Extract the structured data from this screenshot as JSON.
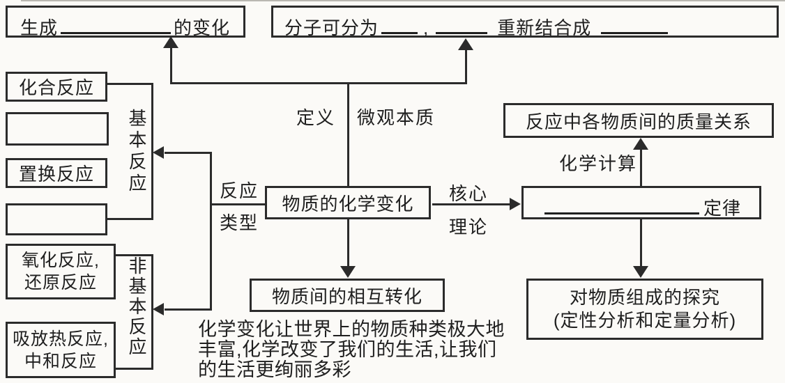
{
  "colors": {
    "ink": "#1f1f1f",
    "line": "#2b2b2b",
    "paper": "#fbfaf7"
  },
  "boxes": {
    "generation": {
      "prefix": "生成",
      "suffix": "的变化"
    },
    "molecule": {
      "part1": "分子可分为",
      "comma": ",",
      "part2": "重新结合成"
    },
    "combination": {
      "text": "化合反应"
    },
    "blank_basic_1": {
      "text": ""
    },
    "displacement": {
      "text": "置换反应"
    },
    "blank_basic_2": {
      "text": ""
    },
    "redox": {
      "line1": "氧化反应,",
      "line2": "还原反应"
    },
    "thermal": {
      "line1": "吸放热反应,",
      "line2": "中和反应"
    },
    "center": {
      "text": "物质的化学变化"
    },
    "transformation": {
      "text": "物质间的相互转化"
    },
    "mass_relation": {
      "text": "反应中各物质间的质量关系"
    },
    "law": {
      "suffix": "定律"
    },
    "exploration": {
      "line1": "对物质组成的探究",
      "line2": "(定性分析和定量分析)"
    }
  },
  "labels": {
    "definition": "定义",
    "micro_essence": "微观本质",
    "reaction": "反应",
    "type": "类型",
    "core": "核心",
    "theory": "理论",
    "basic_reactions": "基本反应",
    "non_basic_reactions": "非基本反应",
    "chemical_calculation": "化学计算"
  },
  "note": {
    "line1": "化学变化让世界上的物质种类极大地",
    "line2": "丰富,化学改变了我们的生活,让我们",
    "line3": "的生活更绚丽多彩"
  }
}
